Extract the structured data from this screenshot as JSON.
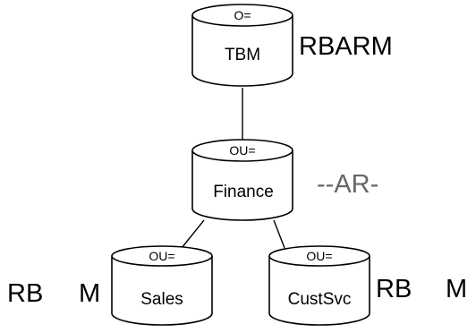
{
  "nodes": {
    "root": {
      "type_label": "O=",
      "name": "TBM",
      "rights": "RBARM"
    },
    "finance": {
      "type_label": "OU=",
      "name": "Finance",
      "rights": "--AR-"
    },
    "sales": {
      "type_label": "OU=",
      "name": "Sales",
      "rights_left": "RB",
      "rights_right": "M"
    },
    "custsvc": {
      "type_label": "OU=",
      "name": "CustSvc",
      "rights_left": "RB",
      "rights_right": "M"
    }
  },
  "colors": {
    "stroke": "#000000",
    "fill": "#ffffff",
    "inherited_text": "#666666"
  }
}
